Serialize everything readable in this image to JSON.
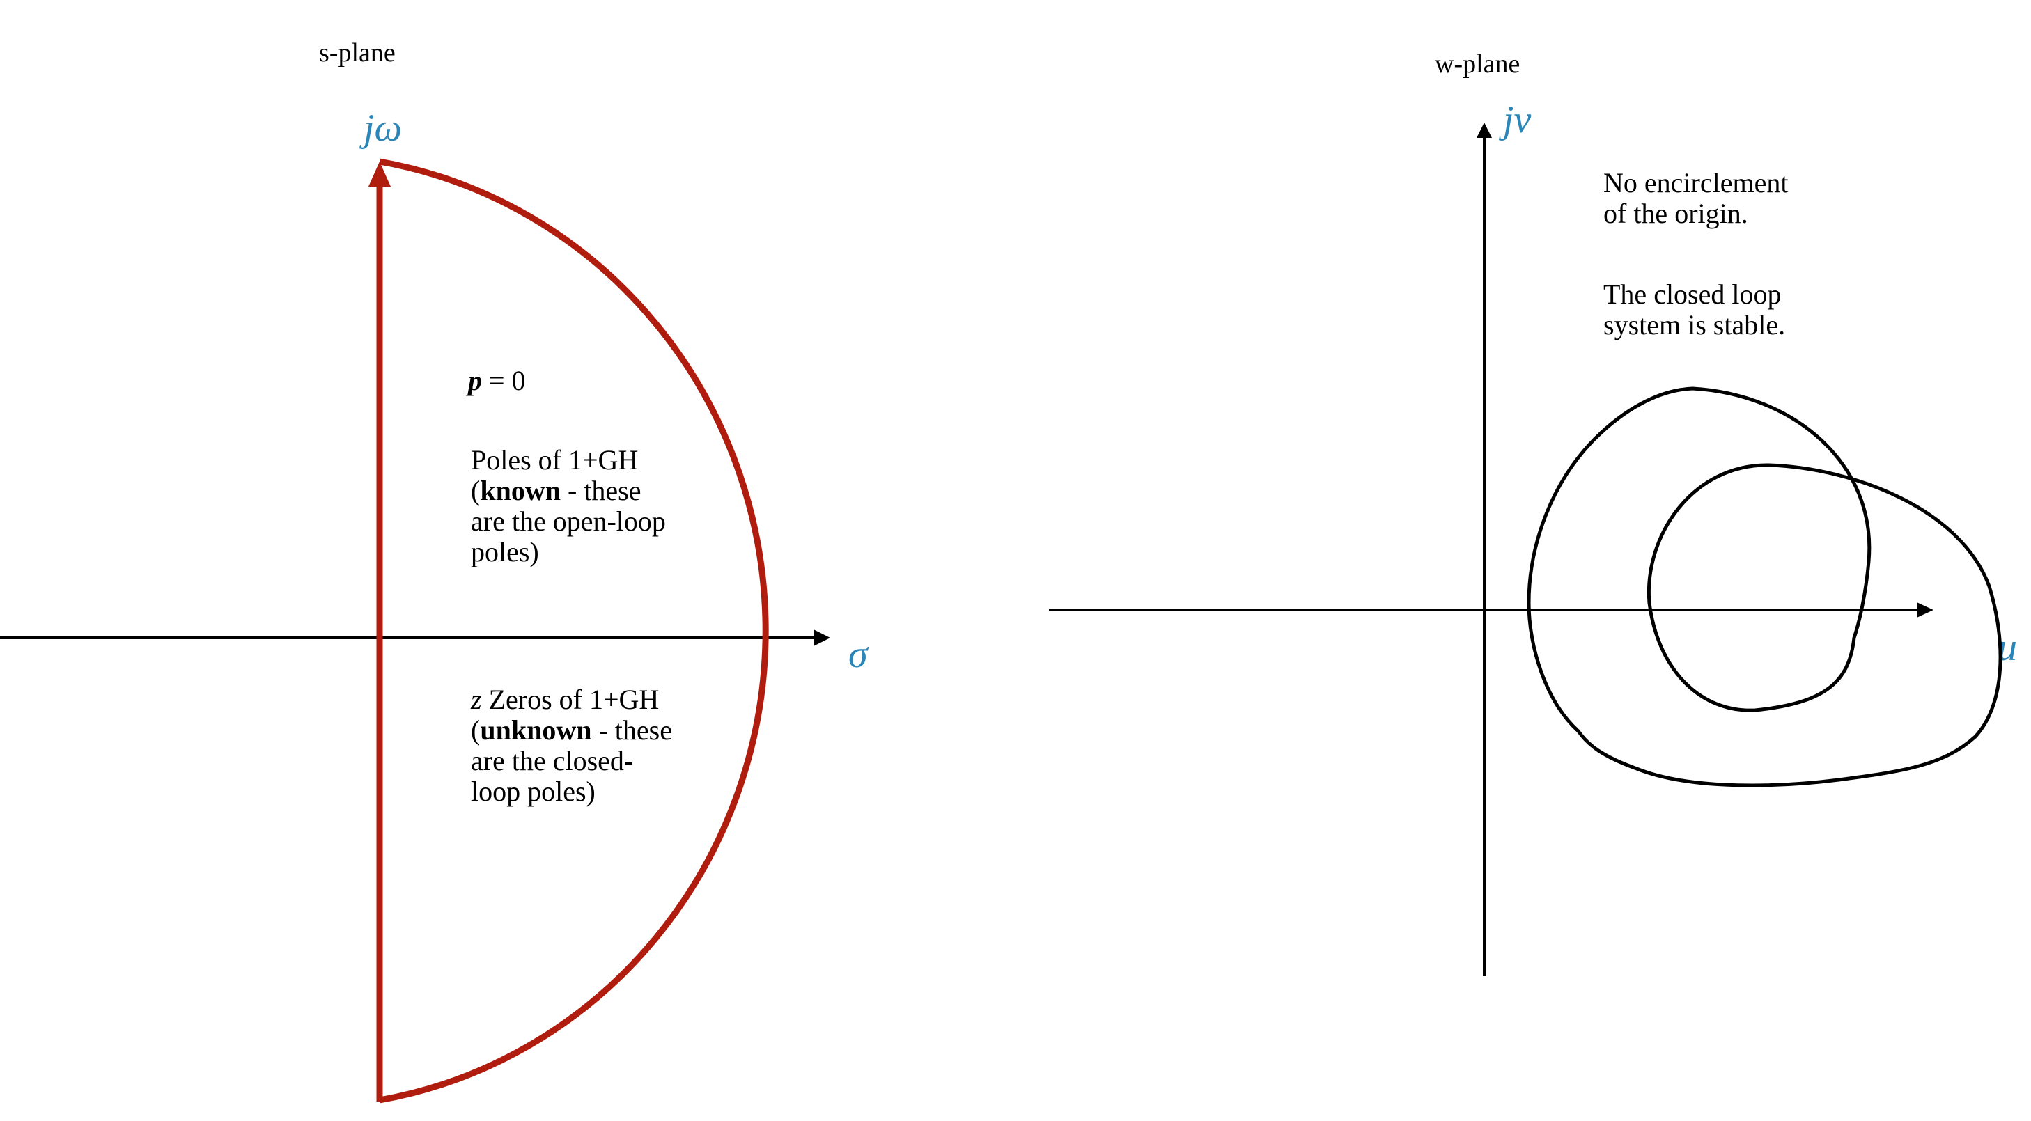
{
  "colors": {
    "contour": "#b01c0e",
    "axis_label": "#2a86b8",
    "ink": "#000000"
  },
  "s_plane": {
    "title": "s-plane",
    "imag_axis_label": "jω",
    "real_axis_label": "σ",
    "p_symbol": "p",
    "p_value": " = 0",
    "poles_line1": "Poles of 1+GH",
    "poles_line2_open": "(",
    "poles_line2_bold": "known",
    "poles_line2_rest": " - these",
    "poles_line3": "are the open-loop",
    "poles_line4": "poles)",
    "zeros_symbol": "z",
    "zeros_line1_rest": " Zeros of 1+GH",
    "zeros_line2_open": "(",
    "zeros_line2_bold": "unknown",
    "zeros_line2_rest": " - these",
    "zeros_line3": "are the closed-",
    "zeros_line4": "loop poles)"
  },
  "w_plane": {
    "title": "w-plane",
    "imag_axis_label": "jv",
    "real_axis_label": "u",
    "note1_line1": "No encirclement",
    "note1_line2": "of the origin.",
    "note2_line1": "The closed loop",
    "note2_line2": "system is stable."
  }
}
